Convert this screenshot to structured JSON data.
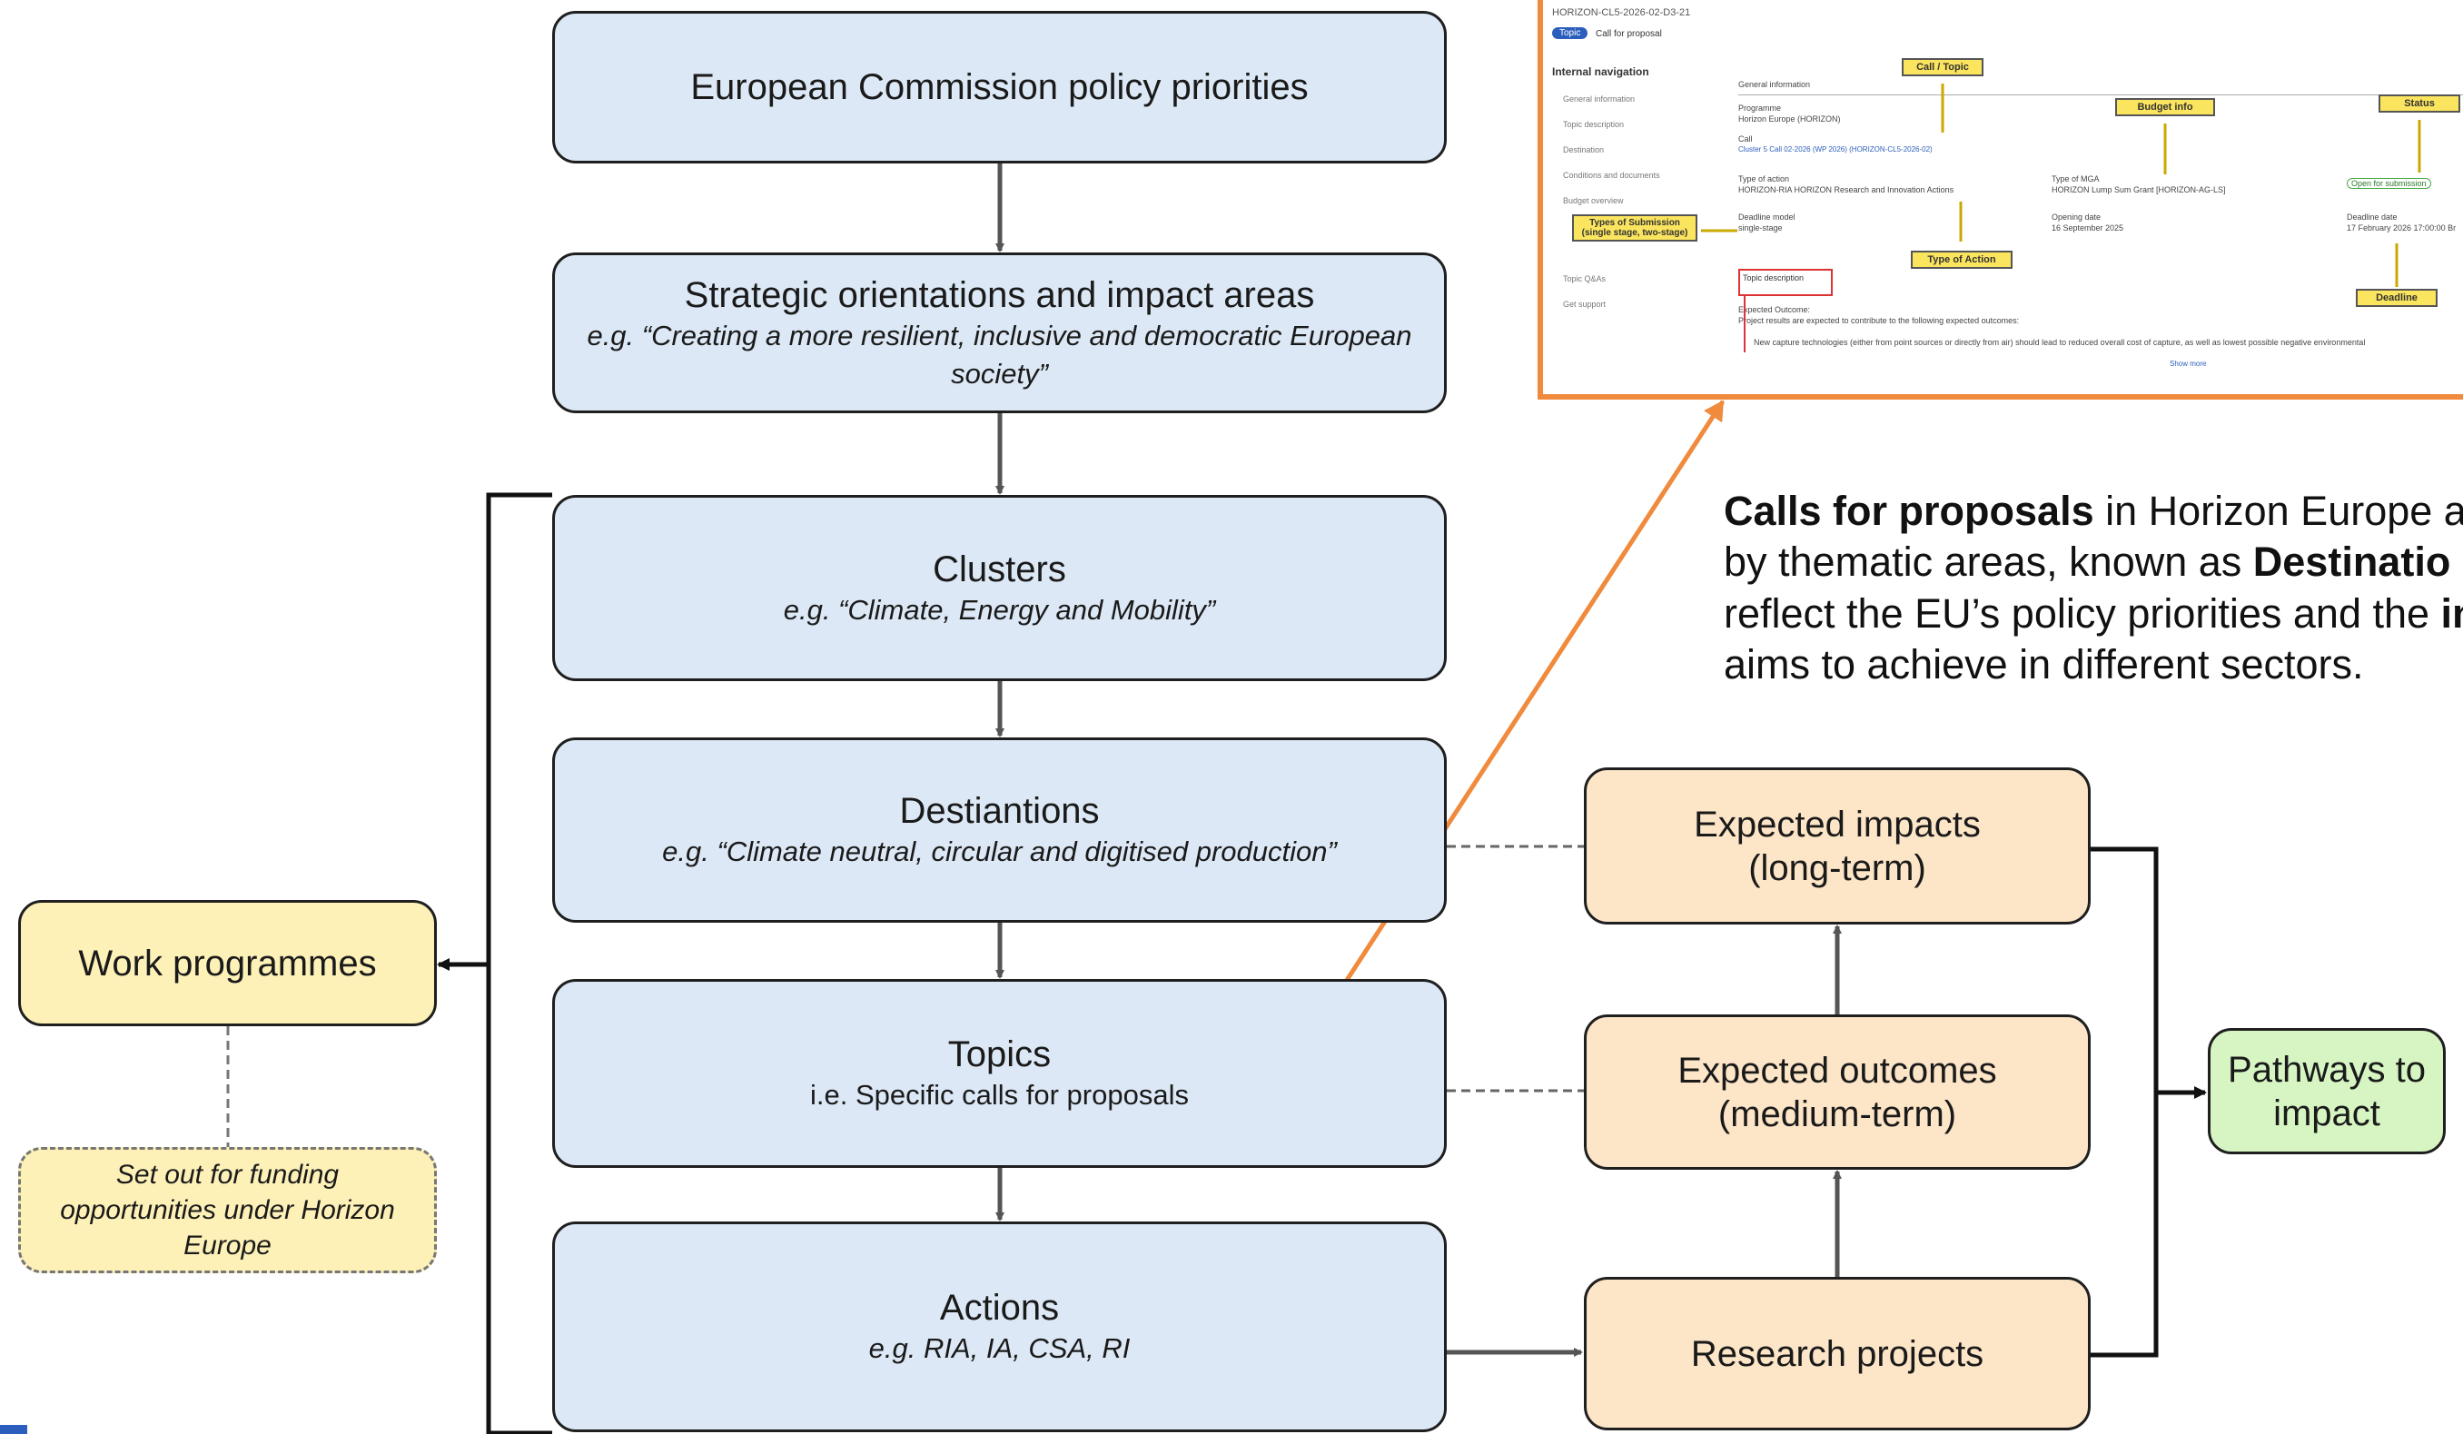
{
  "hierarchy": {
    "priorities": {
      "title": "European Commission policy priorities"
    },
    "strategic": {
      "title": "Strategic orientations and impact areas",
      "example": "e.g. “Creating a more resilient, inclusive and democratic European society”"
    },
    "clusters": {
      "title": "Clusters",
      "example": "e.g. “Climate, Energy and Mobility”"
    },
    "destinations": {
      "title": "Destiantions",
      "example": "e.g. “Climate neutral, circular and digitised production”"
    },
    "topics": {
      "title": "Topics",
      "example": "i.e. Specific calls for proposals"
    },
    "actions": {
      "title": "Actions",
      "example": "e.g. RIA, IA, CSA, RI"
    }
  },
  "work_programmes": {
    "title": "Work programmes",
    "note": "Set out for funding opportunities under Horizon Europe"
  },
  "impact_chain": {
    "expected_impacts": {
      "line1": "Expected impacts",
      "line2": "(long-term)"
    },
    "expected_outcomes": {
      "line1": "Expected outcomes",
      "line2": "(medium-term)"
    },
    "research_projects": {
      "title": "Research projects"
    },
    "pathways": {
      "line1": "Pathways to",
      "line2": "impact"
    }
  },
  "description": {
    "line1_bold": "Calls for proposals",
    "line1_rest": " in Horizon Europe ar",
    "line2_start": "by thematic areas, known as ",
    "line2_bold": "Destinatio",
    "line3_start": "reflect the EU’s policy priorities and the ",
    "line3_bold": "in",
    "line4": "aims to achieve in different sectors."
  },
  "screenshot": {
    "topic_code": "HORIZON-CL5-2026-02-D3-21",
    "badge": "Topic",
    "badge_text": "Call for proposal",
    "nav_heading": "Internal navigation",
    "nav_items": [
      "General information",
      "Topic description",
      "Destination",
      "Conditions and documents",
      "Budget overview",
      "Topic Q&As",
      "Get support"
    ],
    "fields": {
      "general_info": "General information",
      "programme_label": "Programme",
      "programme_value": "Horizon Europe (HORIZON)",
      "call_label": "Call",
      "call_value": "Cluster 5 Call 02-2026 (WP 2026) (HORIZON-CL5-2026-02)",
      "type_of_action_label": "Type of action",
      "type_of_action_value": "HORIZON-RIA HORIZON Research and Innovation Actions",
      "type_of_mga_label": "Type of MGA",
      "type_of_mga_value": "HORIZON Lump Sum Grant [HORIZON-AG-LS]",
      "deadline_model_label": "Deadline model",
      "deadline_model_value": "single-stage",
      "opening_date_label": "Opening date",
      "opening_date_value": "16 September 2025",
      "deadline_date_label": "Deadline date",
      "deadline_date_value": "17 February 2026 17:00:00 Br",
      "status_value": "Open for submission",
      "topic_description": "Topic description",
      "expected_outcome": "Expected Outcome:",
      "outcome_text": "Project results are expected to contribute to the following expected outcomes:",
      "bullet_text": "New capture technologies (either from point sources or directly from air) should lead to reduced overall cost of capture, as well as lowest possible negative environmental",
      "show_more": "Show more"
    },
    "callouts": {
      "call_topic": "Call / Topic",
      "budget_info": "Budget info",
      "status": "Status",
      "types_of_submission": "Types of Submission (single stage, two-stage)",
      "type_of_action": "Type of Action",
      "deadline": "Deadline"
    }
  },
  "colors": {
    "blue_box": "#dce8f5",
    "peach_box": "#fde5c7",
    "yellow_box": "#fdf1b8",
    "green_box": "#d6f5c3",
    "orange_accent": "#f08a3c",
    "callout_yellow": "#fbe45e"
  }
}
